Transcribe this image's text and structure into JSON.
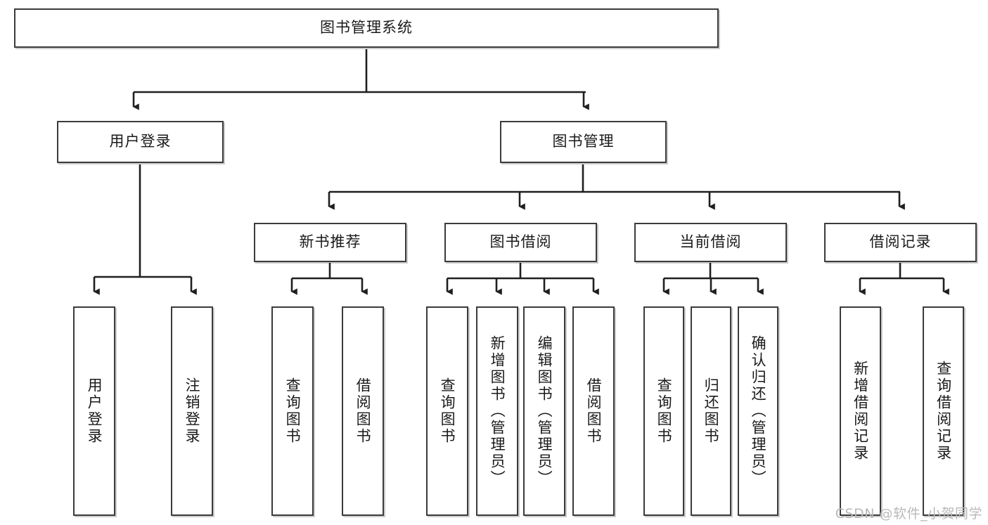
{
  "diagram": {
    "title": "图书管理系统",
    "type": "hierarchy-tree",
    "watermark": "CSDN @软件_小贺同学",
    "colors": {
      "box_border": "#3b3b3b",
      "box_fill": "#ffffff",
      "edge": "#1f1f1f",
      "text": "#1a1a1a",
      "watermark": "#b9b9b9"
    },
    "nodes": {
      "root": {
        "label": "图书管理系统",
        "level": 0
      },
      "l1": [
        {
          "id": "user-login",
          "label": "用户登录",
          "level": 1
        },
        {
          "id": "book-manage",
          "label": "图书管理",
          "level": 1
        }
      ],
      "l2": [
        {
          "id": "new-book-recommend",
          "label": "新书推荐",
          "level": 2
        },
        {
          "id": "book-borrow",
          "label": "图书借阅",
          "level": 2
        },
        {
          "id": "current-borrow",
          "label": "当前借阅",
          "level": 2
        },
        {
          "id": "borrow-record",
          "label": "借阅记录",
          "level": 2
        }
      ],
      "leaves": {
        "user-login": [
          {
            "id": "leaf-user-login",
            "label": "用户登录"
          },
          {
            "id": "leaf-logout-login",
            "label": "注销登录"
          }
        ],
        "new-book-recommend": [
          {
            "id": "leaf-query-book-1",
            "label": "查询图书"
          },
          {
            "id": "leaf-borrow-book-1",
            "label": "借阅图书"
          }
        ],
        "book-borrow": [
          {
            "id": "leaf-query-book-2",
            "label": "查询图书"
          },
          {
            "id": "leaf-add-book",
            "label": "新增图书（管理员）"
          },
          {
            "id": "leaf-edit-book",
            "label": "编辑图书（管理员）"
          },
          {
            "id": "leaf-borrow-book-2",
            "label": "借阅图书"
          }
        ],
        "current-borrow": [
          {
            "id": "leaf-query-book-3",
            "label": "查询图书"
          },
          {
            "id": "leaf-return-book",
            "label": "归还图书"
          },
          {
            "id": "leaf-confirm-return",
            "label": "确认归还（管理员）"
          }
        ],
        "borrow-record": [
          {
            "id": "leaf-add-record",
            "label": "新增借阅记录"
          },
          {
            "id": "leaf-query-record",
            "label": "查询借阅记录"
          }
        ]
      }
    }
  }
}
